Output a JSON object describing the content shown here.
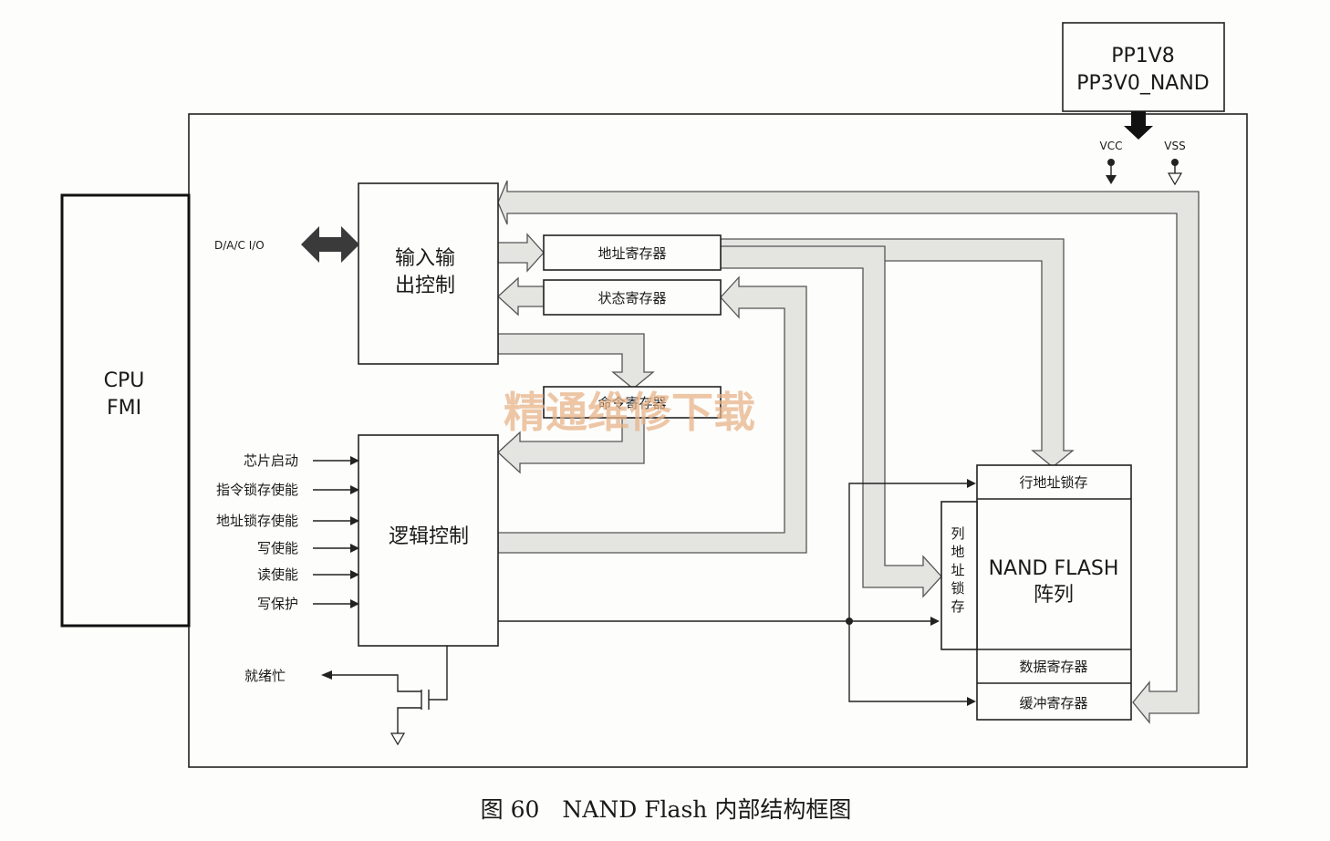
{
  "caption": "图 60　NAND Flash 内部结构框图",
  "power_box": {
    "line1": "PP1V8",
    "line2": "PP3V0_NAND"
  },
  "power_pins": {
    "vcc": "VCC",
    "vss": "VSS"
  },
  "cpu": {
    "line1": "CPU",
    "line2": "FMI"
  },
  "io_label": "D/A/C I/O",
  "blocks": {
    "io_control": [
      "输入输",
      "出控制"
    ],
    "logic_control": "逻辑控制",
    "addr_reg": "地址寄存器",
    "status_reg": "状态寄存器",
    "cmd_reg": "命令寄存器",
    "row_latch": "行地址锁存",
    "col_latch": [
      "列",
      "地",
      "址",
      "锁",
      "存"
    ],
    "array": [
      "NAND  FLASH",
      "阵列"
    ],
    "data_reg": "数据寄存器",
    "cache_reg": "缓冲寄存器"
  },
  "control_inputs": [
    "芯片启动",
    "指令锁存使能",
    "地址锁存使能",
    "写使能",
    "读使能",
    "写保护"
  ],
  "ready_busy": "就绪忙",
  "watermark": "精通维修下载"
}
